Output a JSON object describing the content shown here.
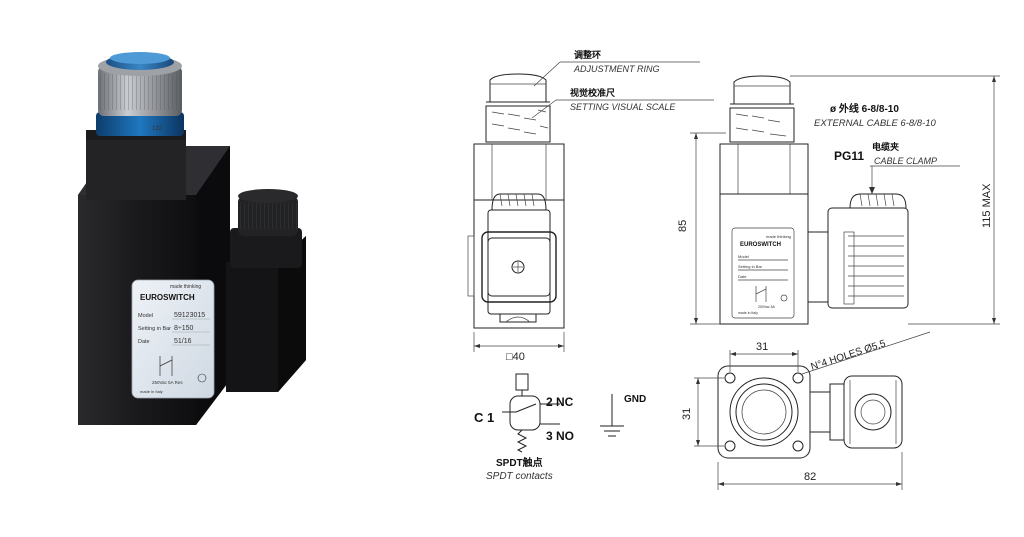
{
  "photo": {
    "brand": "EUROSWITCH",
    "brand_tagline": "made thinking",
    "plate_rows": [
      {
        "key": "Model",
        "value": "59123015"
      },
      {
        "key": "Setting in Bar",
        "value": "8÷150"
      },
      {
        "key": "Date",
        "value": "51/16"
      }
    ],
    "rating": "250Vac 5A Res",
    "origin": "made in Italy",
    "scale_mark": "132"
  },
  "drawing": {
    "callouts": {
      "adjustment_ring_cn": "调整环",
      "adjustment_ring_en": "ADJUSTMENT RING",
      "visual_scale_cn": "视觉校准尺",
      "visual_scale_en": "SETTING VISUAL SCALE",
      "external_cable_cn": "ø 外线 6-8/8-10",
      "external_cable_en": "EXTERNAL CABLE 6-8/8-10",
      "pg": "PG11",
      "cable_clamp_cn": "电缆夹",
      "cable_clamp_en": "CABLE CLAMP"
    },
    "dimensions": {
      "width_40": "□40",
      "height_85": "85",
      "height_115": "115 MAX",
      "top_31": "31",
      "side_31": "31",
      "width_82": "82",
      "holes": "N°4 HOLES Ø5,5"
    },
    "side_plate": {
      "brand": "EUROSWITCH",
      "tagline": "made thinking",
      "rows": [
        "Model",
        "Setting in Bar",
        "Date"
      ],
      "rating": "250Vac 5A",
      "origin": "made in Italy"
    },
    "schematic": {
      "c1": "C 1",
      "nc": "2 NC",
      "no": "3 NO",
      "gnd": "GND",
      "spdt_cn": "SPDT触点",
      "spdt_en": "SPDT contacts"
    }
  },
  "colors": {
    "body_black": "#1c1c1e",
    "knob_blue": "#1f6fb2",
    "knob_grey": "#8d9095",
    "plate_bg": "#dfe6ee",
    "line": "#222222"
  }
}
